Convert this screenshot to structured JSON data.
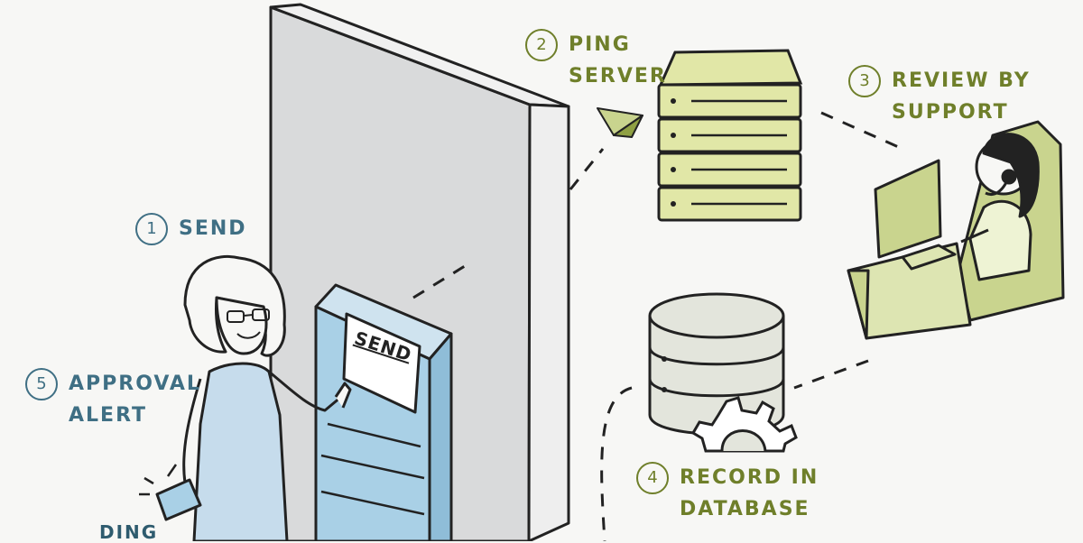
{
  "colors": {
    "blue_label": "#3f6f84",
    "green_label": "#6f7f2a",
    "wall_front": "#d9dadb",
    "wall_side": "#eeeeee",
    "server_fill": "#e1e7a7",
    "db_fill": "#e3e5dc",
    "kiosk_fill": "#a9d0e6",
    "dress_fill": "#c6dcec",
    "chair_fill": "#c9d48e",
    "ink": "#222222"
  },
  "steps": [
    {
      "num": "1",
      "text": "SEND",
      "color_key": "blue_label"
    },
    {
      "num": "2",
      "text": "PING\nSERVER",
      "color_key": "green_label"
    },
    {
      "num": "3",
      "text": "REVIEW BY\nSUPPORT",
      "color_key": "green_label"
    },
    {
      "num": "4",
      "text": "RECORD IN\nDATABASE",
      "color_key": "green_label"
    },
    {
      "num": "5",
      "text": "APPROVAL\nALERT",
      "color_key": "blue_label"
    }
  ],
  "kiosk": {
    "button_text": "SEND"
  },
  "phone_sound": "DING",
  "icons": [
    "person-icon",
    "wall-icon",
    "kiosk-icon",
    "paper-plane-icon",
    "server-icon",
    "support-agent-icon",
    "computer-icon",
    "database-icon",
    "gear-icon",
    "phone-icon"
  ]
}
